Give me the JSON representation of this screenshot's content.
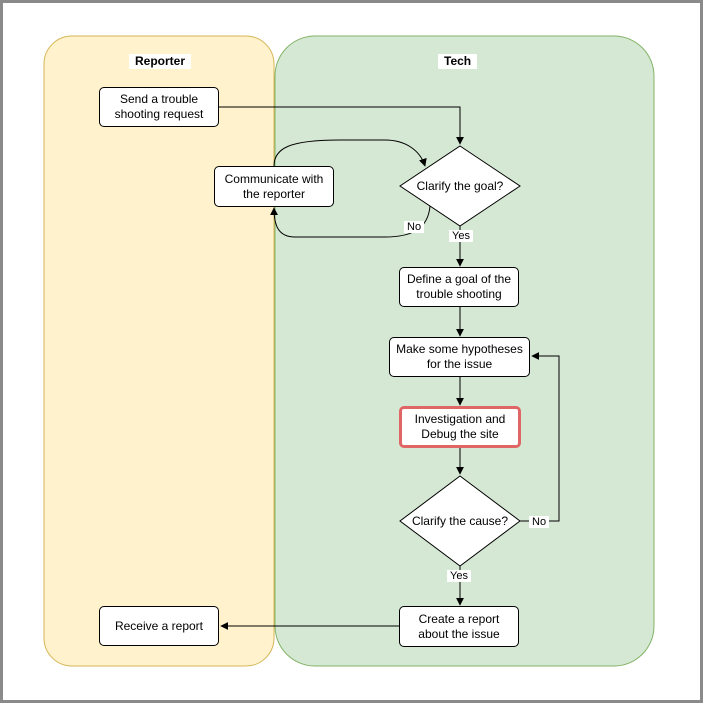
{
  "lanes": {
    "reporter": {
      "title": "Reporter",
      "fill": "#fff2cc",
      "stroke": "#d6b656"
    },
    "tech": {
      "title": "Tech",
      "fill": "#d5e8d4",
      "stroke": "#82b366"
    }
  },
  "nodes": {
    "send_request": "Send a trouble shooting request",
    "communicate": "Communicate with the reporter",
    "clarify_goal": "Clarify the goal?",
    "define_goal": "Define a goal of the trouble shooting",
    "hypotheses": "Make some hypotheses for the issue",
    "investigation": "Investigation and Debug the site",
    "clarify_cause": "Clarify the cause?",
    "create_report": "Create a report about the issue",
    "receive_report": "Receive a report"
  },
  "edge_labels": {
    "goal_no": "No",
    "goal_yes": "Yes",
    "cause_no": "No",
    "cause_yes": "Yes"
  },
  "colors": {
    "highlight": "#e06666",
    "line": "#000000"
  }
}
